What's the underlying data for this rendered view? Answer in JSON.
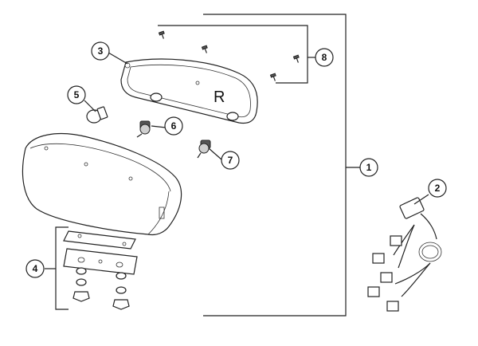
{
  "callouts": [
    {
      "id": "1",
      "label": "1"
    },
    {
      "id": "2",
      "label": "2"
    },
    {
      "id": "3",
      "label": "3"
    },
    {
      "id": "4",
      "label": "4"
    },
    {
      "id": "5",
      "label": "5"
    },
    {
      "id": "6",
      "label": "6"
    },
    {
      "id": "7",
      "label": "7"
    },
    {
      "id": "8",
      "label": "8"
    }
  ],
  "housing_marking": "R"
}
